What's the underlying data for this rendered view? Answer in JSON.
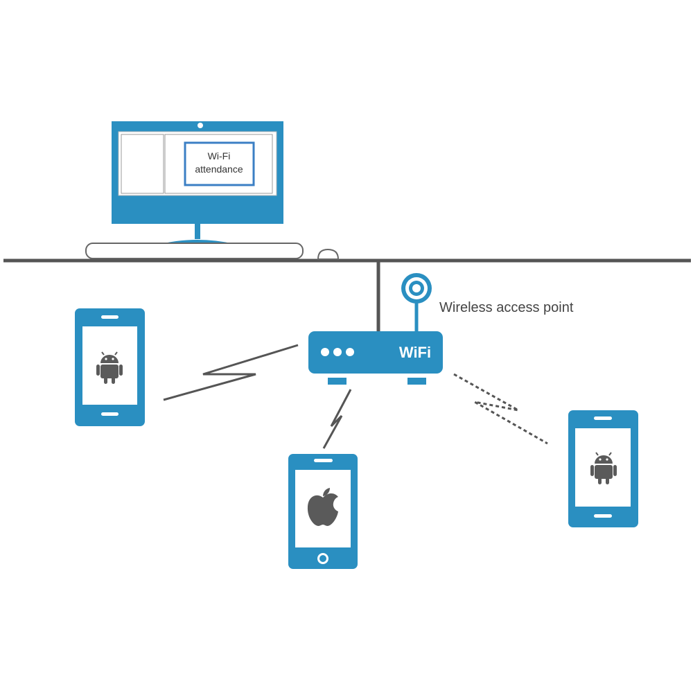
{
  "colors": {
    "device_blue": "#2a8fc1",
    "screen_white": "#ffffff",
    "line_gray": "#555555",
    "icon_gray": "#5a5a5a",
    "frame_blue": "#3b7fc4"
  },
  "computer": {
    "screen_label_line1": "Wi-Fi",
    "screen_label_line2": "attendance"
  },
  "access_point": {
    "label": "Wireless access point",
    "wifi_text": "WiFi"
  },
  "devices": [
    {
      "name": "android-phone-left",
      "icon": "android-icon"
    },
    {
      "name": "iphone-bottom",
      "icon": "apple-icon"
    },
    {
      "name": "android-phone-right",
      "icon": "android-icon"
    }
  ]
}
